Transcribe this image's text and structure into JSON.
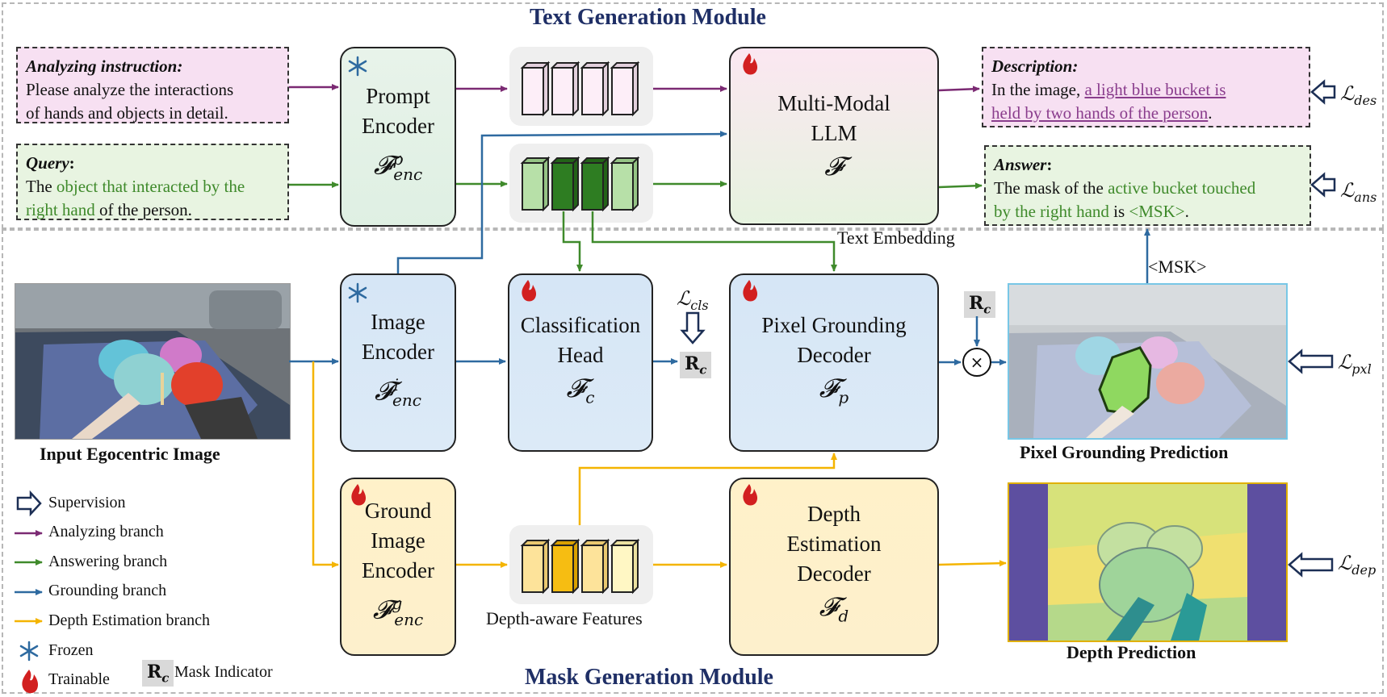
{
  "titles": {
    "text_module": "Text Generation Module",
    "mask_module": "Mask Generation Module"
  },
  "text_boxes": {
    "analyzing": {
      "header": "Analyzing instruction:",
      "line1": "Please analyze the interactions",
      "line2": "of hands and objects in detail."
    },
    "query": {
      "header": "Query",
      "colon": ":",
      "t1": "The ",
      "t2": "object that interacted by the",
      "t3": "right hand",
      "t4": " of the person."
    },
    "description": {
      "header": "Description:",
      "t1": "In the image, ",
      "t2": "a light blue bucket is",
      "t3": "held by two hands of the person",
      "t4": "."
    },
    "answer": {
      "header": "Answer",
      "colon": ":",
      "t1": "The mask of the ",
      "t2": "active bucket touched",
      "t3": "by the right hand",
      "t4": " is ",
      "t5": "<MSK>",
      "t6": "."
    }
  },
  "blocks": {
    "prompt_encoder": {
      "l1": "Prompt",
      "l2": "Encoder",
      "sym": "𝓕",
      "sub": "enc",
      "sup": "p"
    },
    "llm": {
      "l1": "Multi-Modal",
      "l2": "LLM",
      "sym": "𝓕"
    },
    "image_encoder": {
      "l1": "Image",
      "l2": "Encoder",
      "sym": "𝓕",
      "sub": "enc",
      "sup": "i"
    },
    "cls_head": {
      "l1": "Classification",
      "l2": "Head",
      "sym": "𝓕",
      "sub": "c"
    },
    "pixel_decoder": {
      "l1": "Pixel Grounding",
      "l2": "Decoder",
      "sym": "𝓕",
      "sub": "p"
    },
    "ground_encoder": {
      "l1": "Ground",
      "l2": "Image",
      "l3": "Encoder",
      "sym": "𝓕",
      "sub": "enc",
      "sup": "g"
    },
    "depth_decoder": {
      "l1": "Depth",
      "l2": "Estimation",
      "l3": "Decoder",
      "sym": "𝓕",
      "sub": "d"
    }
  },
  "labels": {
    "text_embedding": "Text Embedding",
    "msk": "<MSK>",
    "depth_features": "Depth-aware Features",
    "rc": "R",
    "rc_sub": "c",
    "multiply": "×"
  },
  "captions": {
    "input": "Input Egocentric Image",
    "pixel_pred": "Pixel Grounding Prediction",
    "depth_pred": "Depth Prediction"
  },
  "losses": {
    "des": {
      "sym": "ℒ",
      "sub": "des"
    },
    "ans": {
      "sym": "ℒ",
      "sub": "ans"
    },
    "cls": {
      "sym": "ℒ",
      "sub": "cls"
    },
    "pxl": {
      "sym": "ℒ",
      "sub": "pxl"
    },
    "dep": {
      "sym": "ℒ",
      "sub": "dep"
    }
  },
  "legend": {
    "supervision": "Supervision",
    "analyzing": "Analyzing branch",
    "answering": "Answering branch",
    "grounding": "Grounding branch",
    "depth": "Depth Estimation branch",
    "frozen": "Frozen",
    "trainable": "Trainable",
    "mask_indicator": "Mask Indicator"
  },
  "colors": {
    "analyzing": "#7b2a73",
    "answering": "#3f8a2b",
    "grounding": "#2e6aa0",
    "depth": "#f4b400"
  }
}
